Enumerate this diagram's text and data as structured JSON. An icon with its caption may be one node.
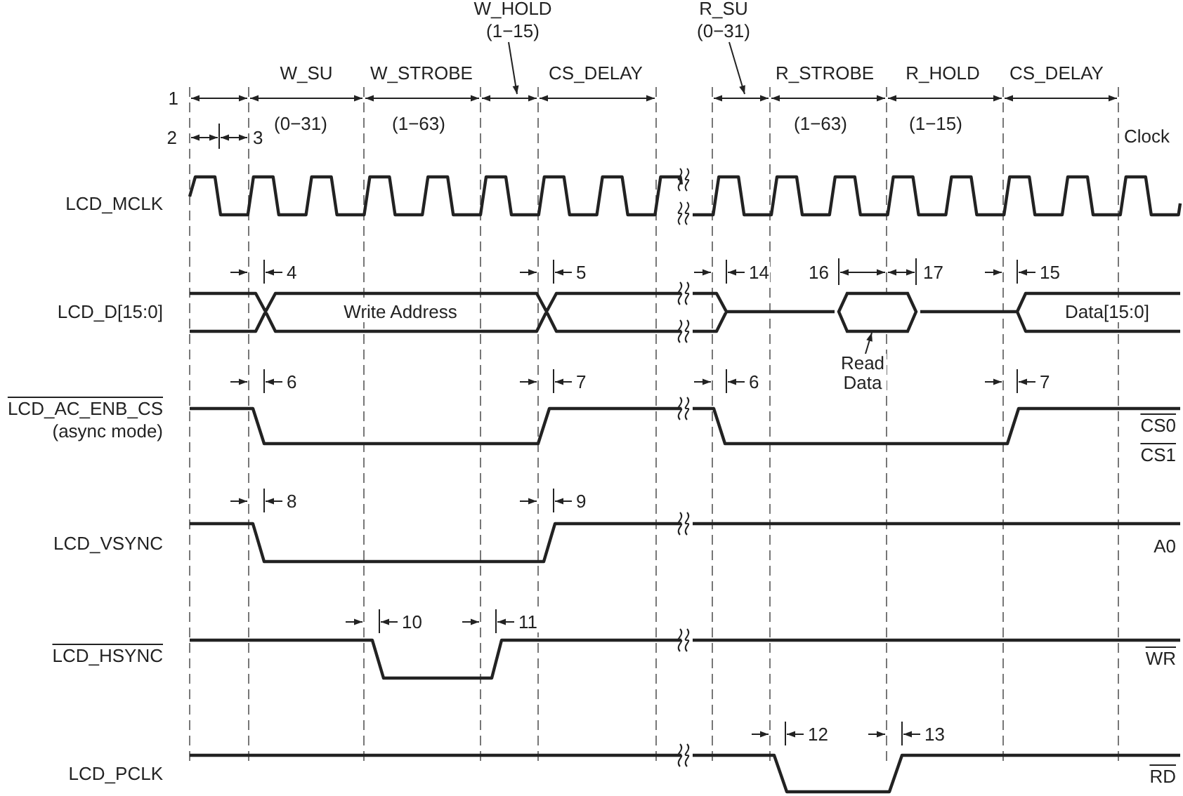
{
  "diagram": {
    "nodes": [
      {
        "text": [
          "Read Data"
        ]
      },
      {
        "text": [],
        "shape": "hexagon"
      }
    ],
    "edges": [
      {
        "from": 0,
        "to": 1,
        "arrow": "to"
      }
    ],
    "labels": [
      "W_HOLD",
      "(1−15)",
      "R_SU",
      "(0−31)",
      "W_SU",
      "W_STROBE",
      "CS_DELAY",
      "R_STROBE",
      "R_HOLD",
      "CS_DELAY",
      "1",
      "(0−31)",
      "(1−63)",
      "(1−63)",
      "(1−15)",
      "2",
      "3",
      "Clock",
      "LCD_MCLK",
      "4",
      "5",
      "14",
      "16",
      "17",
      "15",
      "LCD_D[15:0]",
      "Write Address",
      "Data[15:0]",
      "6",
      "7",
      "6",
      "7",
      "LCD_AC_ENB_CS",
      "(async mode)",
      "CS0",
      "CS1",
      "8",
      "9",
      "LCD_VSYNC",
      "A0",
      "10",
      "11",
      "LCD_HSYNC",
      "WR",
      "12",
      "13",
      "LCD_PCLK",
      "RD"
    ]
  }
}
